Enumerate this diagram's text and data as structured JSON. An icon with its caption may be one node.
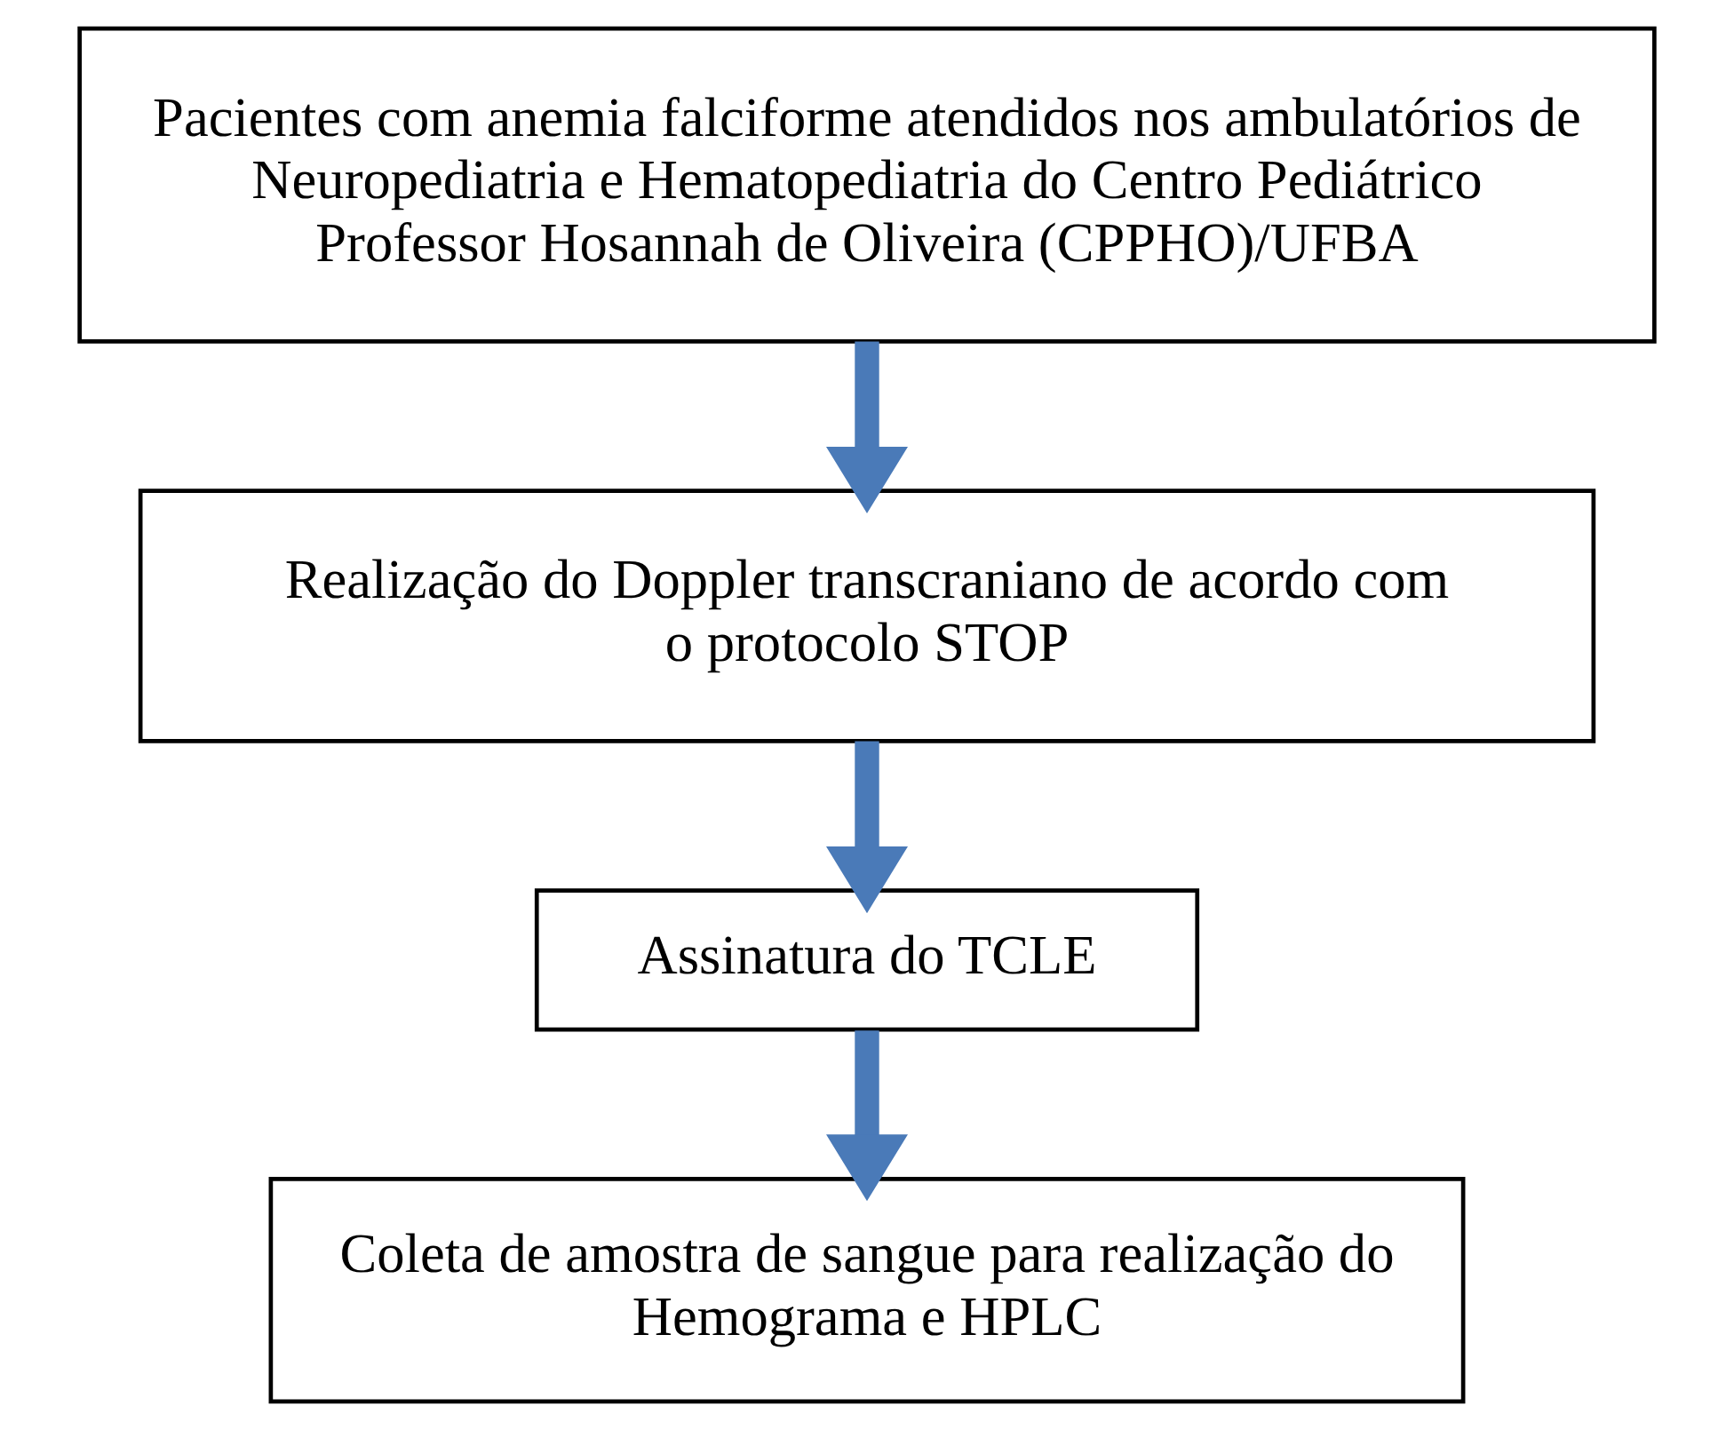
{
  "diagram": {
    "nodes": [
      {
        "text": [
          "Pacientes com anemia falciforme atendidos nos ambulatórios de Neuropediatria e Hematopediatria do Centro Pediátrico Professor Hosannah de Oliveira (CPPHO)/UFBA"
        ]
      },
      {
        "text": [
          "Realização do Doppler transcraniano de acordo com o protocolo STOP"
        ]
      },
      {
        "text": [
          "Assinatura do TCLE"
        ]
      },
      {
        "text": [
          "Coleta de amostra de sangue para realização do Hemograma e HPLC"
        ]
      }
    ],
    "edges": [
      {
        "from": 0,
        "to": 1,
        "arrow": "to"
      },
      {
        "from": 1,
        "to": 2,
        "arrow": "to"
      },
      {
        "from": 2,
        "to": 3,
        "arrow": "to"
      }
    ]
  }
}
